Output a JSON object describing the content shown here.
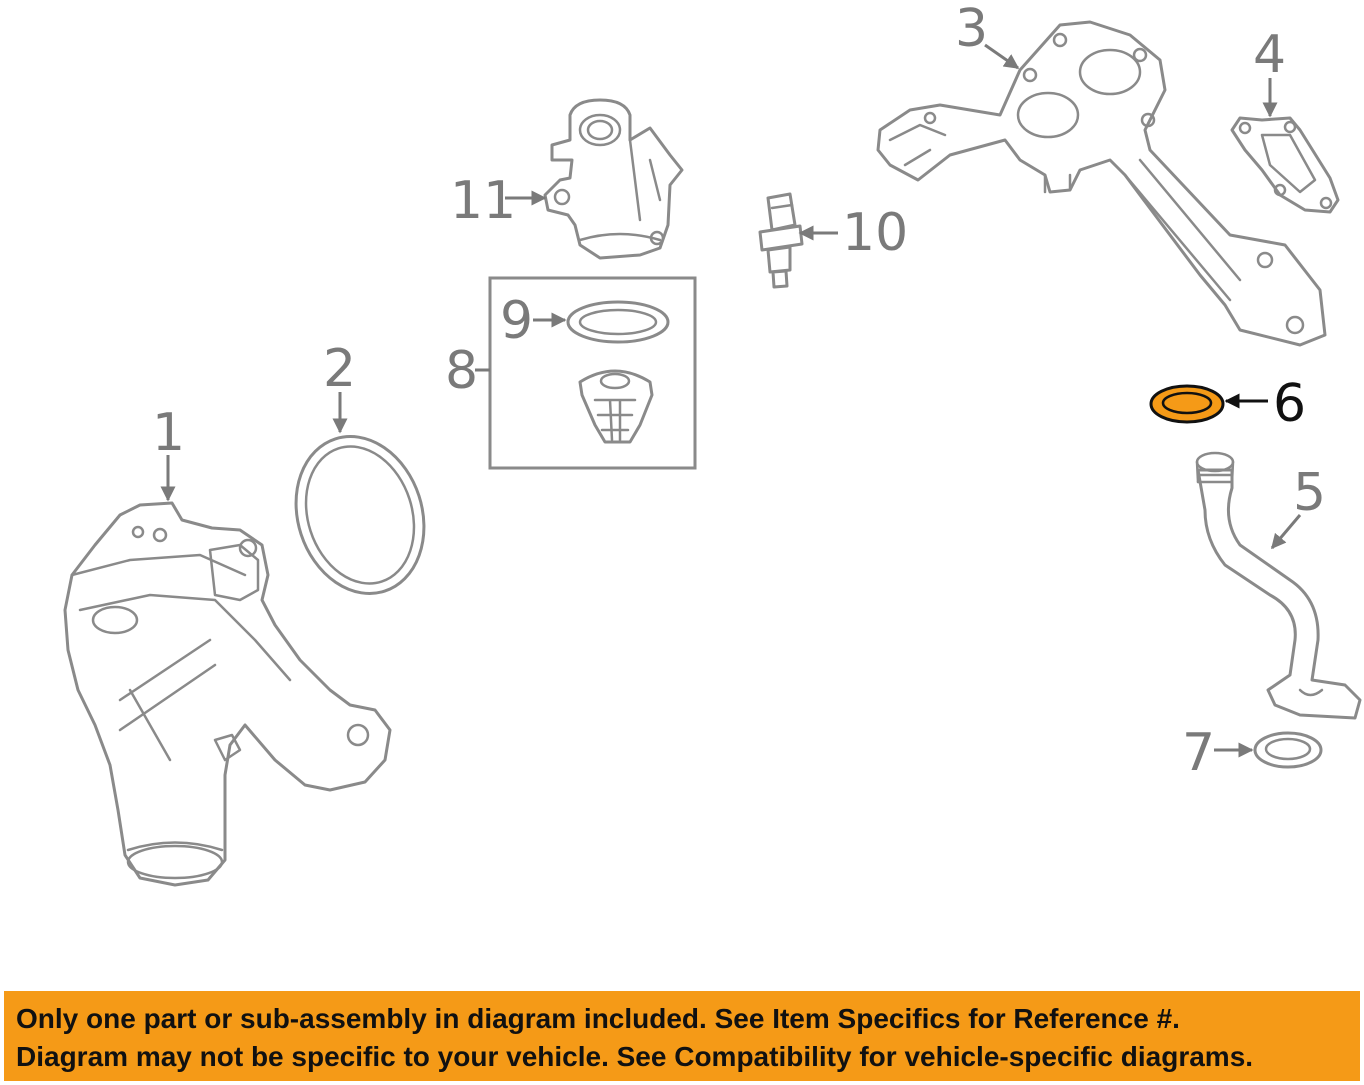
{
  "colors": {
    "banner_background": "#f59a17",
    "highlight_part": "#f59a17",
    "part_outline": "#8a8a8a",
    "callout_text": "#7a7a7a",
    "highlight_callout": "#111111"
  },
  "highlighted_callout": "6",
  "callouts": {
    "c1": "1",
    "c2": "2",
    "c3": "3",
    "c4": "4",
    "c5": "5",
    "c6": "6",
    "c7": "7",
    "c8": "8",
    "c9": "9",
    "c10": "10",
    "c11": "11"
  },
  "banner": {
    "line1": "Only one part or sub-assembly in diagram included. See Item Specifics for Reference #.",
    "line2": "Diagram may not be specific to your vehicle. See Compatibility for vehicle-specific diagrams."
  }
}
